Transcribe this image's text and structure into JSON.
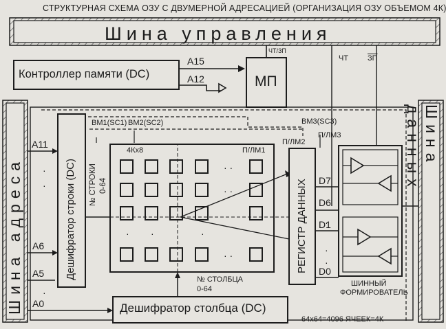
{
  "title": "СТРУКТУРНАЯ СХЕМА ОЗУ С ДВУМЕРНОЙ АДРЕСАЦИЕЙ (ОРГАНИЗАЦИЯ ОЗУ ОБЪЕМОМ 4К)",
  "control_bus": "Шина управления",
  "address_bus": "Шина адреса",
  "data_bus": "Шина данных",
  "memory_controller": "Контроллер памяти (DC)",
  "mp": "МП",
  "signals": {
    "a15": "A15",
    "a12": "A12",
    "rd_wr": "ЧТ/ЗП",
    "rd": "ЧТ",
    "wr": "ЗП"
  },
  "address_lines": {
    "a11": "A11",
    "a6": "A6",
    "a5": "A5",
    "a0": "A0"
  },
  "row_decoder": "Дешифратор строки (DC)",
  "row_number": "№ СТРОКИ",
  "row_range": "0-64",
  "column_decoder": "Дешифратор столбца (DC)",
  "column_number": "№ СТОЛБЦА",
  "column_range": "0-64",
  "chip_select": {
    "bm1": "ВМ1(SC1)",
    "bm2": "ВМ2(SC2)",
    "bm3": "ВМ3(SC3)"
  },
  "matrix_label": "4Кх8",
  "plm": {
    "plm1": "П/ЛМ1",
    "plm2": "П/ЛМ2",
    "plm3": "П/ЛМ3"
  },
  "data_register": "РЕГИСТР ДАННЫХ",
  "data_lines": {
    "d7": "D7",
    "d6": "D6",
    "d1": "D1",
    "d0": "D0"
  },
  "bus_driver_line1": "ШИННЫЙ",
  "bus_driver_line2": "ФОРМИРОВАТЕЛЬ",
  "capacity_note": "64х64=4096 ЯЧЕЕК=4К",
  "colors": {
    "ink": "#1c1c1c",
    "paper": "#e6e4df"
  }
}
